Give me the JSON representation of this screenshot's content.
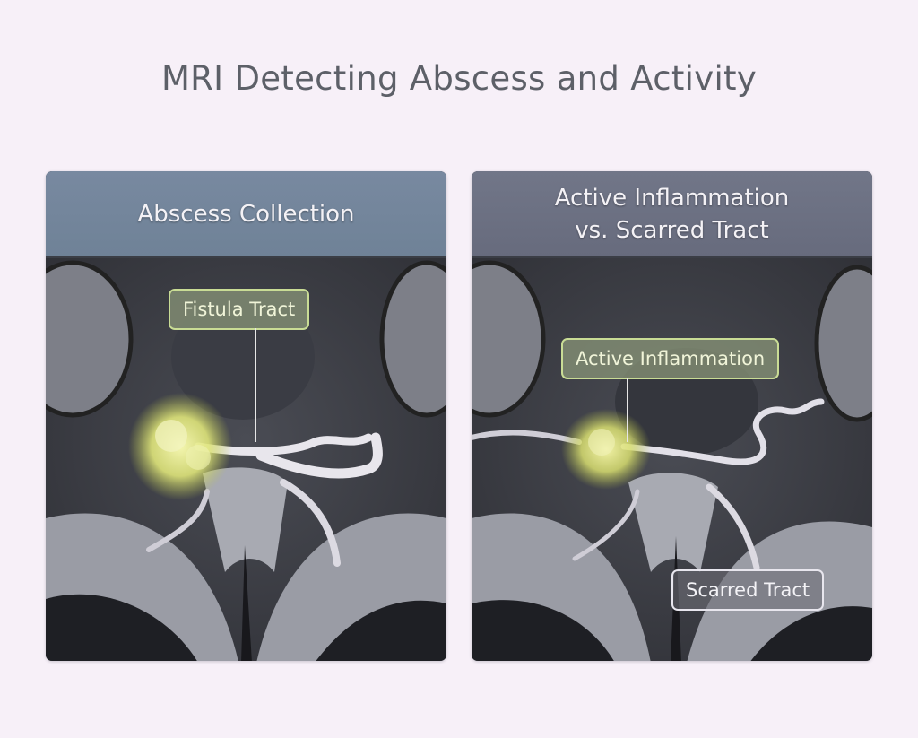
{
  "title": "MRI Detecting Abscess and Activity",
  "panels": [
    {
      "header": "Abscess Collection",
      "callouts": [
        {
          "label": "Fistula Tract",
          "style": "green"
        }
      ]
    },
    {
      "header_lines": [
        "Active Inflammation",
        "vs. Scarred Tract"
      ],
      "callouts": [
        {
          "label": "Active Inflammation",
          "style": "green"
        },
        {
          "label": "Scarred Tract",
          "style": "grey"
        }
      ]
    }
  ],
  "colors": {
    "background": "#f7f0f8",
    "title_text": "#5d6068",
    "left_header": "#72859a",
    "right_header": "#6b7083",
    "highlight_yellow": "#e6ec8a",
    "green_callout_border": "#c9dc95"
  }
}
